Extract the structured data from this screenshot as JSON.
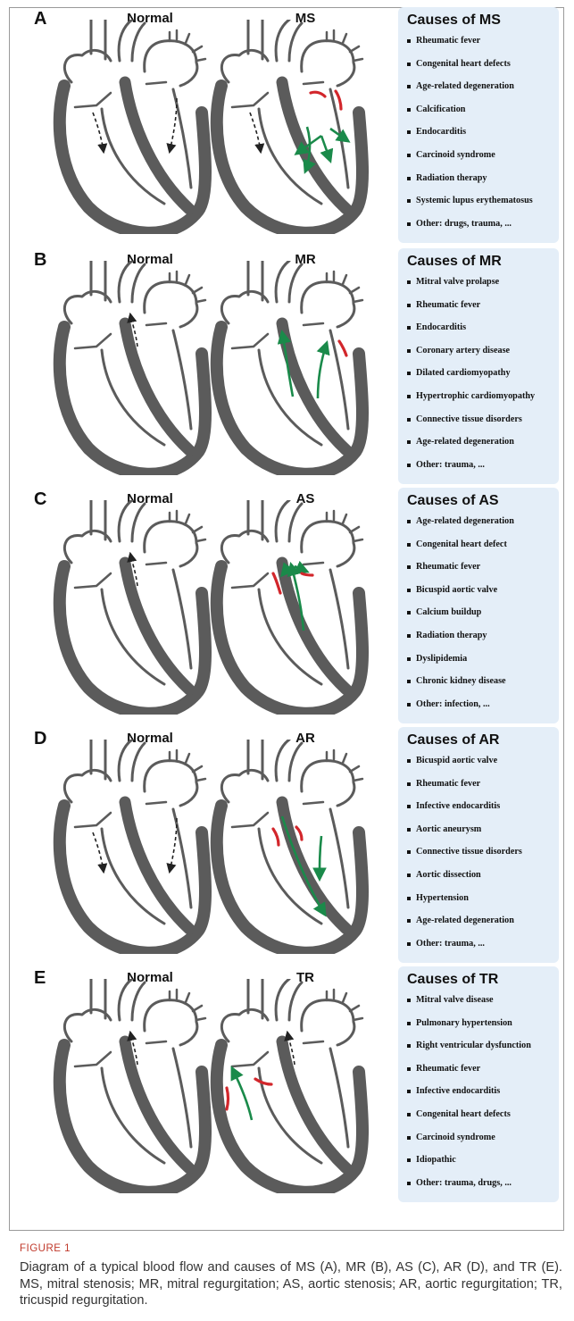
{
  "figure": {
    "label": "FIGURE 1",
    "caption": "Diagram of a typical blood flow and causes of MS (A), MR (B), AS (C), AR (D), and TR (E). MS, mitral stenosis; MR, mitral regurgitation; AS, aortic stenosis; AR, aortic regurgitation; TR, tricuspid regurgitation."
  },
  "colors": {
    "heart": "#5b5b5b",
    "flow_abnormal": "#1a8a4a",
    "valve_lesion": "#d2262b",
    "causes_bg": "#e4eef8",
    "caption_label": "#c0392b"
  },
  "panels": [
    {
      "letter": "A",
      "normal_label": "Normal",
      "condition_label": "MS",
      "causes_title": "Causes of MS",
      "causes": [
        "Rheumatic fever",
        "Congenital heart defects",
        "Age-related degeneration",
        "Calcification",
        "Endocarditis",
        "Carcinoid syndrome",
        "Radiation therapy",
        "Systemic lupus erythematosus",
        "Other: drugs, trauma, ..."
      ]
    },
    {
      "letter": "B",
      "normal_label": "Normal",
      "condition_label": "MR",
      "causes_title": "Causes of MR",
      "causes": [
        "Mitral valve prolapse",
        "Rheumatic fever",
        "Endocarditis",
        "Coronary artery disease",
        "Dilated cardiomyopathy",
        "Hypertrophic cardiomyopathy",
        "Connective tissue disorders",
        "Age-related degeneration",
        "Other:  trauma, ..."
      ]
    },
    {
      "letter": "C",
      "normal_label": "Normal",
      "condition_label": "AS",
      "causes_title": "Causes of AS",
      "causes": [
        "Age-related degeneration",
        "Congenital heart defect",
        "Rheumatic fever",
        "Bicuspid aortic valve",
        "Calcium buildup",
        "Radiation therapy",
        "Dyslipidemia",
        "Chronic kidney disease",
        "Other: infection, ..."
      ]
    },
    {
      "letter": "D",
      "normal_label": "Normal",
      "condition_label": "AR",
      "causes_title": "Causes of AR",
      "causes": [
        "Bicuspid aortic valve",
        "Rheumatic fever",
        "Infective endocarditis",
        "Aortic aneurysm",
        "Connective tissue disorders",
        "Aortic dissection",
        "Hypertension",
        "Age-related degeneration",
        "Other: trauma, ..."
      ]
    },
    {
      "letter": "E",
      "normal_label": "Normal",
      "condition_label": "TR",
      "causes_title": "Causes of TR",
      "causes": [
        "Mitral valve disease",
        "Pulmonary hypertension",
        "Right ventricular dysfunction",
        "Rheumatic fever",
        "Infective endocarditis",
        "Congenital heart defects",
        "Carcinoid syndrome",
        "Idiopathic",
        "Other: trauma, drugs, ..."
      ]
    }
  ]
}
